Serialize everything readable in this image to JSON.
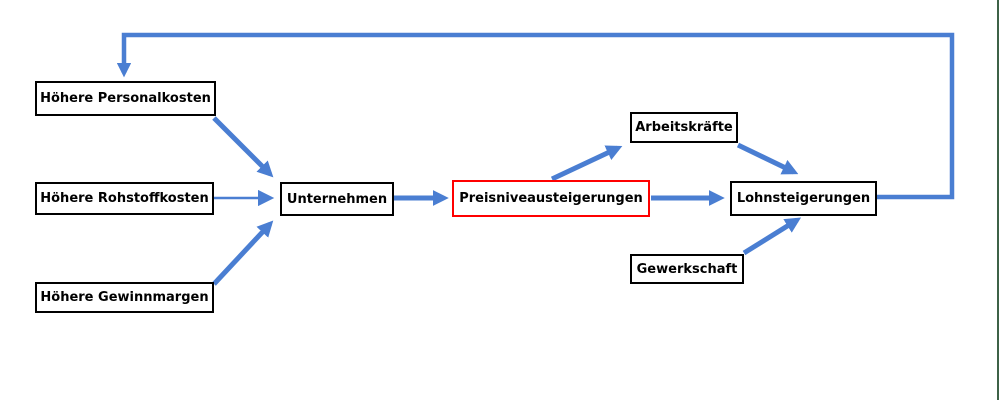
{
  "diagram": {
    "description": "Lohn-Preis-Spirale Flussdiagramm",
    "colors": {
      "arrow": "#4a7ed2",
      "box_border": "#000000",
      "highlight_border": "#ff0000",
      "background": "#ffffff",
      "window_edge": "#3e6247"
    },
    "nodes": [
      {
        "id": "hoehere-personalkosten",
        "label": "Höhere Personalkosten",
        "highlight": false
      },
      {
        "id": "hoehere-rohstoffkosten",
        "label": "Höhere Rohstoffkosten",
        "highlight": false
      },
      {
        "id": "hoehere-gewinnmargen",
        "label": "Höhere Gewinnmargen",
        "highlight": false
      },
      {
        "id": "unternehmen",
        "label": "Unternehmen",
        "highlight": false
      },
      {
        "id": "preisniveausteigerungen",
        "label": "Preisniveausteigerungen",
        "highlight": true
      },
      {
        "id": "arbeitskraefte",
        "label": "Arbeitskräfte",
        "highlight": false
      },
      {
        "id": "lohnsteigerungen",
        "label": "Lohnsteigerungen",
        "highlight": false
      },
      {
        "id": "gewerkschaft",
        "label": "Gewerkschaft",
        "highlight": false
      }
    ],
    "edges": [
      {
        "from": "hoehere-personalkosten",
        "to": "unternehmen",
        "type": "arrow"
      },
      {
        "from": "hoehere-rohstoffkosten",
        "to": "unternehmen",
        "type": "arrow-thin"
      },
      {
        "from": "hoehere-gewinnmargen",
        "to": "unternehmen",
        "type": "arrow"
      },
      {
        "from": "unternehmen",
        "to": "preisniveausteigerungen",
        "type": "arrow"
      },
      {
        "from": "preisniveausteigerungen",
        "to": "arbeitskraefte",
        "type": "arrow"
      },
      {
        "from": "arbeitskraefte",
        "to": "lohnsteigerungen",
        "type": "arrow"
      },
      {
        "from": "preisniveausteigerungen",
        "to": "lohnsteigerungen",
        "type": "arrow"
      },
      {
        "from": "gewerkschaft",
        "to": "lohnsteigerungen",
        "type": "arrow"
      },
      {
        "from": "lohnsteigerungen",
        "to": "hoehere-personalkosten",
        "type": "feedback-loop"
      }
    ]
  }
}
